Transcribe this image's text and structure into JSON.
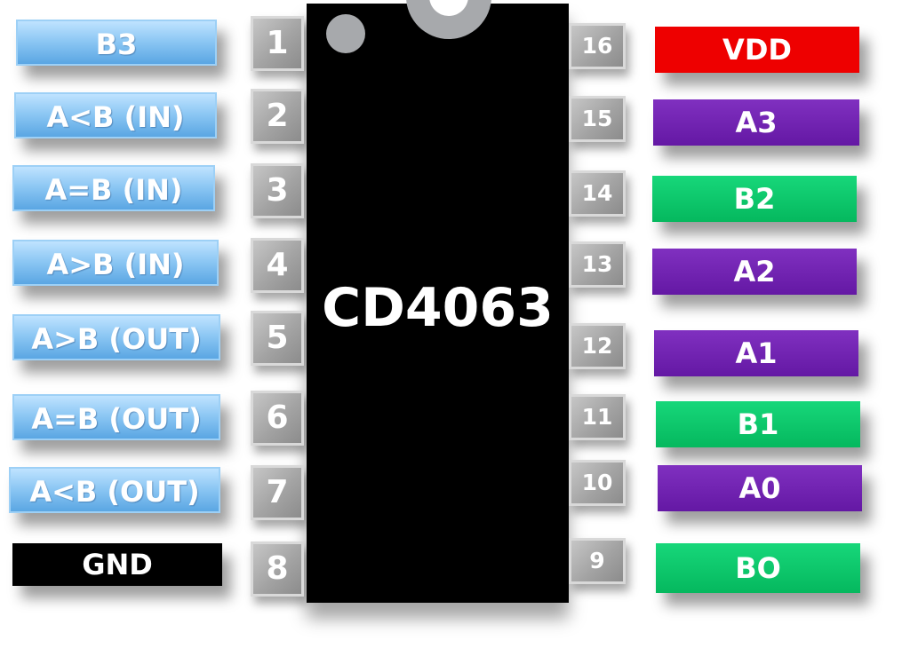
{
  "chip": {
    "name": "CD4063"
  },
  "colors": {
    "input_label": "#8ec8f4",
    "data_a": "#6a1fad",
    "data_b": "#08c56a",
    "power": "#ee0000",
    "ground": "#000000",
    "pin_box": "#a8a8a8"
  },
  "left_pins": [
    {
      "number": "1",
      "label": "B3"
    },
    {
      "number": "2",
      "label": "A<B (IN)"
    },
    {
      "number": "3",
      "label": "A=B (IN)"
    },
    {
      "number": "4",
      "label": "A>B (IN)"
    },
    {
      "number": "5",
      "label": "A>B (OUT)"
    },
    {
      "number": "6",
      "label": "A=B (OUT)"
    },
    {
      "number": "7",
      "label": "A<B (OUT)"
    },
    {
      "number": "8",
      "label": "GND"
    }
  ],
  "right_pins": [
    {
      "number": "16",
      "label": "VDD"
    },
    {
      "number": "15",
      "label": "A3"
    },
    {
      "number": "14",
      "label": "B2"
    },
    {
      "number": "13",
      "label": "A2"
    },
    {
      "number": "12",
      "label": "A1"
    },
    {
      "number": "11",
      "label": "B1"
    },
    {
      "number": "10",
      "label": "A0"
    },
    {
      "number": "9",
      "label": "BO"
    }
  ]
}
